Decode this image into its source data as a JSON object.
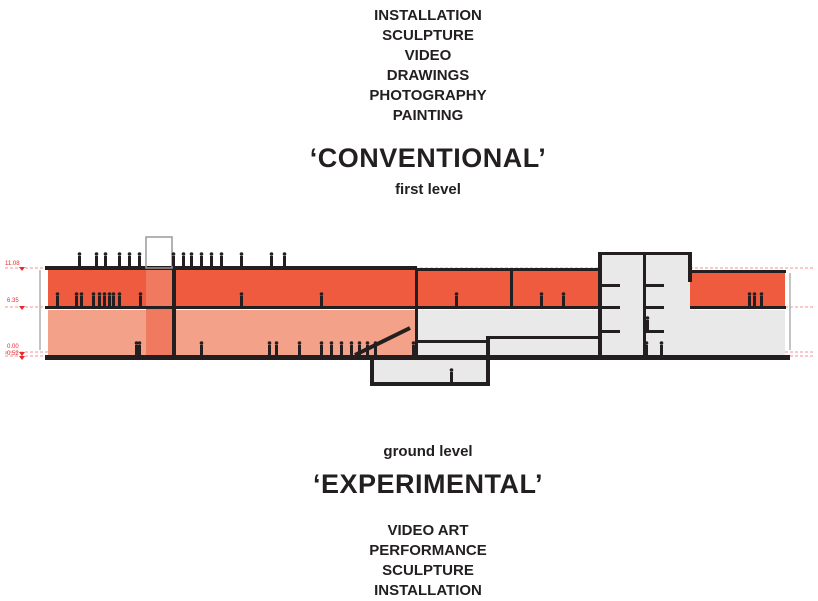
{
  "upper_list": [
    "INSTALLATION",
    "SCULPTURE",
    "VIDEO",
    "DRAWINGS",
    "PHOTOGRAPHY",
    "PAINTING"
  ],
  "upper_title": "‘CONVENTIONAL’",
  "upper_subtitle": "first level",
  "lower_subtitle": "ground level",
  "lower_title": "‘EXPERIMENTAL’",
  "lower_list": [
    "VIDEO ART",
    "PERFORMANCE",
    "SCULPTURE",
    "INSTALLATION"
  ],
  "levels": [
    "11.08",
    "6.35",
    "0.00",
    "-0.52"
  ],
  "colors": {
    "first_level": "#ef5b3f",
    "ground_level_experimental": "#f4a189",
    "other_spaces": "#e9e9e9",
    "structure": "#231f20",
    "level_marker": "#e8262b"
  }
}
